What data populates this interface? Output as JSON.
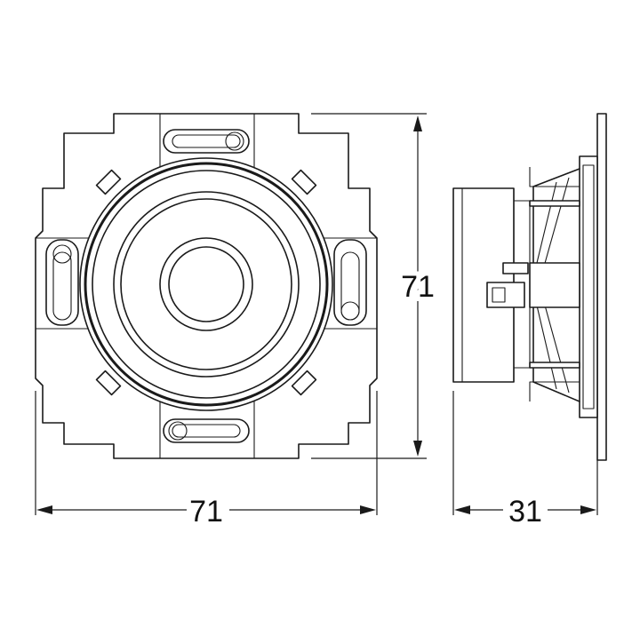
{
  "drawing": {
    "front_view_name": "front-view",
    "side_view_name": "side-view",
    "dimensions": {
      "width_label": "71",
      "height_label": "71",
      "depth_label": "31"
    }
  }
}
